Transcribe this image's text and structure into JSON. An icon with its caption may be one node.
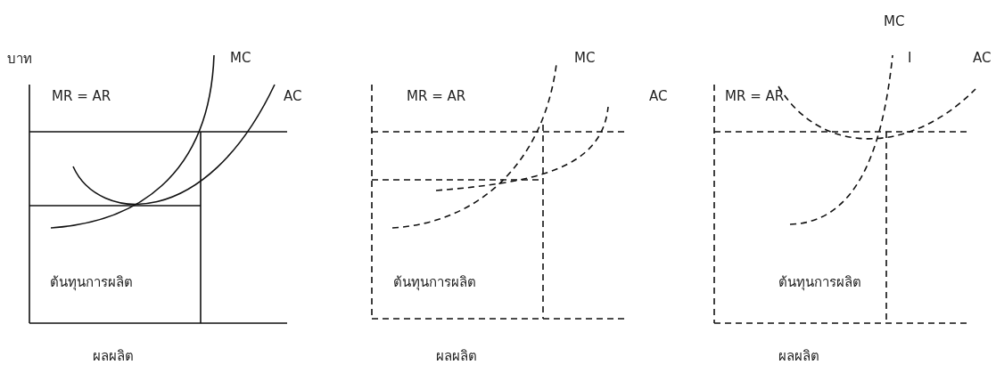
{
  "diagram": {
    "labels": [
      "บาท",
      "MC",
      "MR = AR",
      "AC",
      "ต้นทุนการผลิต",
      "ผลผลิต",
      "MC",
      "MR = AR",
      "AC",
      "ต้นทุนการผลิต",
      "ผลผลิต",
      "MC",
      "I",
      "AC",
      "MR = AR",
      "ต้นทุนการผลิต",
      "ผลผลิต"
    ]
  }
}
